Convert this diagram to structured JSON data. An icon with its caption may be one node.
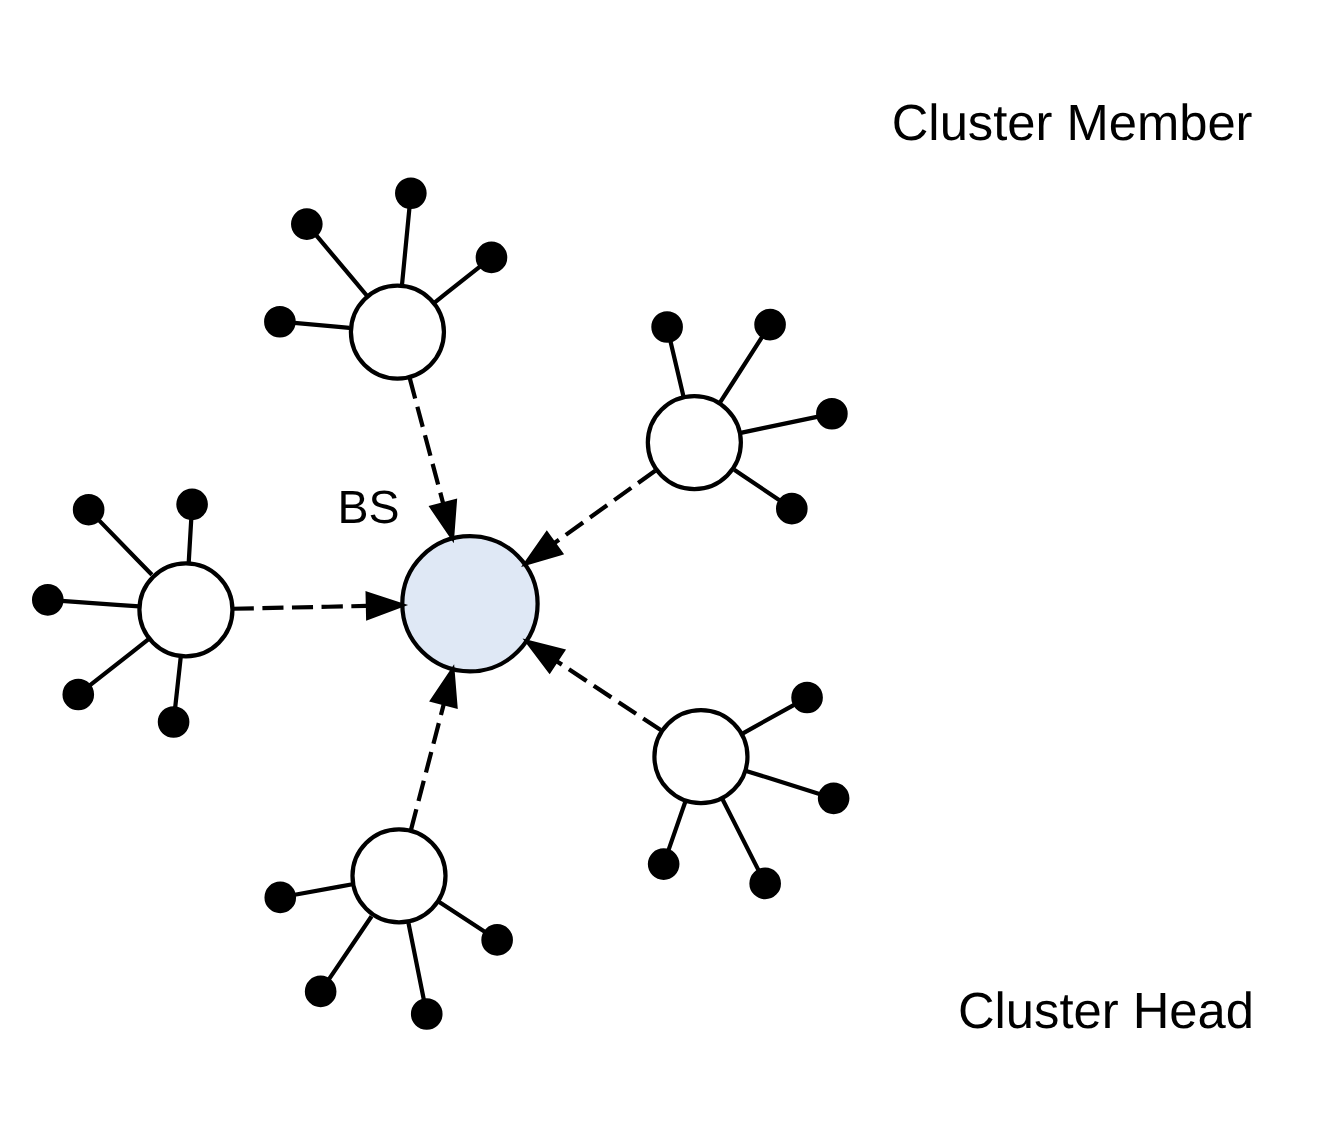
{
  "diagram": {
    "nodes": [
      {
        "text": [
          "BS"
        ]
      },
      {
        "text": [],
        "shape": "circle"
      },
      {
        "text": [],
        "shape": "circle"
      },
      {
        "text": [],
        "shape": "circle"
      },
      {
        "text": [],
        "shape": "circle"
      },
      {
        "text": [],
        "shape": "circle"
      },
      {
        "text": [],
        "shape": "dot"
      },
      {
        "text": [],
        "shape": "dot"
      },
      {
        "text": [],
        "shape": "dot"
      },
      {
        "text": [],
        "shape": "dot"
      },
      {
        "text": [],
        "shape": "dot"
      },
      {
        "text": [],
        "shape": "dot"
      },
      {
        "text": [],
        "shape": "dot"
      },
      {
        "text": [],
        "shape": "dot"
      },
      {
        "text": [],
        "shape": "dot"
      },
      {
        "text": [],
        "shape": "dot"
      },
      {
        "text": [],
        "shape": "dot"
      },
      {
        "text": [],
        "shape": "dot"
      },
      {
        "text": [],
        "shape": "dot"
      },
      {
        "text": [],
        "shape": "dot"
      },
      {
        "text": [],
        "shape": "dot"
      },
      {
        "text": [],
        "shape": "dot"
      },
      {
        "text": [],
        "shape": "dot"
      },
      {
        "text": [],
        "shape": "dot"
      },
      {
        "text": [],
        "shape": "dot"
      },
      {
        "text": [],
        "shape": "dot"
      },
      {
        "text": [],
        "shape": "dot"
      }
    ],
    "edges": [
      {
        "from": 1,
        "to": 0,
        "arrow": "to",
        "style": "dashed"
      },
      {
        "from": 2,
        "to": 0,
        "arrow": "to",
        "style": "dashed"
      },
      {
        "from": 3,
        "to": 0,
        "arrow": "to",
        "style": "dashed"
      },
      {
        "from": 4,
        "to": 0,
        "arrow": "to",
        "style": "dashed"
      },
      {
        "from": 5,
        "to": 0,
        "arrow": "to",
        "style": "dashed"
      },
      {
        "from": 6,
        "to": 1,
        "arrow": "none"
      },
      {
        "from": 7,
        "to": 1,
        "arrow": "none"
      },
      {
        "from": 8,
        "to": 1,
        "arrow": "none"
      },
      {
        "from": 9,
        "to": 1,
        "arrow": "none"
      },
      {
        "from": 10,
        "to": 2,
        "arrow": "none"
      },
      {
        "from": 11,
        "to": 2,
        "arrow": "none"
      },
      {
        "from": 12,
        "to": 2,
        "arrow": "none"
      },
      {
        "from": 13,
        "to": 2,
        "arrow": "none"
      },
      {
        "from": 14,
        "to": 3,
        "arrow": "none"
      },
      {
        "from": 15,
        "to": 3,
        "arrow": "none"
      },
      {
        "from": 16,
        "to": 3,
        "arrow": "none"
      },
      {
        "from": 17,
        "to": 3,
        "arrow": "none"
      },
      {
        "from": 18,
        "to": 4,
        "arrow": "none"
      },
      {
        "from": 19,
        "to": 4,
        "arrow": "none"
      },
      {
        "from": 20,
        "to": 4,
        "arrow": "none"
      },
      {
        "from": 21,
        "to": 4,
        "arrow": "none"
      },
      {
        "from": 22,
        "to": 4,
        "arrow": "none"
      },
      {
        "from": 23,
        "to": 5,
        "arrow": "none"
      },
      {
        "from": 24,
        "to": 5,
        "arrow": "none"
      },
      {
        "from": 25,
        "to": 5,
        "arrow": "none"
      },
      {
        "from": 26,
        "to": 5,
        "arrow": "none"
      }
    ],
    "legend": [
      {
        "text": "Cluster Member"
      },
      {
        "text": "Cluster Head"
      }
    ]
  }
}
